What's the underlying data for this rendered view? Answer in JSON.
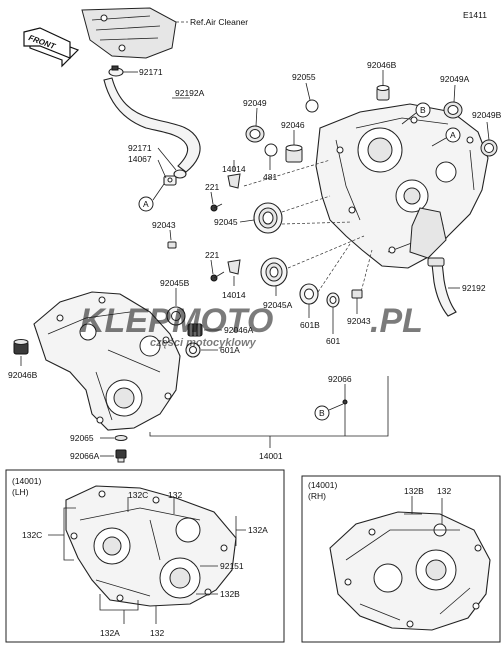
{
  "diagram_id": "E1411",
  "front_label": "FRONT",
  "ref_note": "Ref.Air Cleaner",
  "watermark": {
    "brand_left": "KLEP",
    "brand_mid": "MOTO",
    "brand_right": ".PL",
    "tagline": "części motocyklowy",
    "accent": "#e0332b",
    "gray": "#bdbdbd"
  },
  "part_numbers": {
    "p92171_top": "92171",
    "p92192A": "92192A",
    "p92171_mid": "92171",
    "p14067": "14067",
    "ref_A_left": "A",
    "p92055": "92055",
    "p92046B_top": "92046B",
    "p92049A": "92049A",
    "ref_B_top": "B",
    "p92049": "92049",
    "p92046": "92046",
    "p92049B": "92049B",
    "ref_A_right": "A",
    "p481": "481",
    "p14014_top": "14014",
    "p221_top": "221",
    "p92045": "92045",
    "p92043_left": "92043",
    "p221_bottom": "221",
    "p14014_bottom": "14014",
    "p92045B": "92045B",
    "p92045A": "92045A",
    "p92192": "92192",
    "p601B": "601B",
    "p92043_right": "92043",
    "p601": "601",
    "p92046A": "92046A",
    "p601A": "601A",
    "p92046B_left": "92046B",
    "p92066": "92066",
    "ref_B_bottom": "B",
    "p92065": "92065",
    "p92066A": "92066A",
    "p14001": "14001"
  },
  "inset_lh": {
    "header_code": "(14001)",
    "header_side": "(LH)",
    "p132C_top": "132C",
    "p132_top": "132",
    "p132C_left": "132C",
    "p132A_right": "132A",
    "p92151": "92151",
    "p132B": "132B",
    "p132A_bottom": "132A",
    "p132_bottom": "132"
  },
  "inset_rh": {
    "header_code": "(14001)",
    "header_side": "(RH)",
    "p132B": "132B",
    "p132": "132"
  }
}
